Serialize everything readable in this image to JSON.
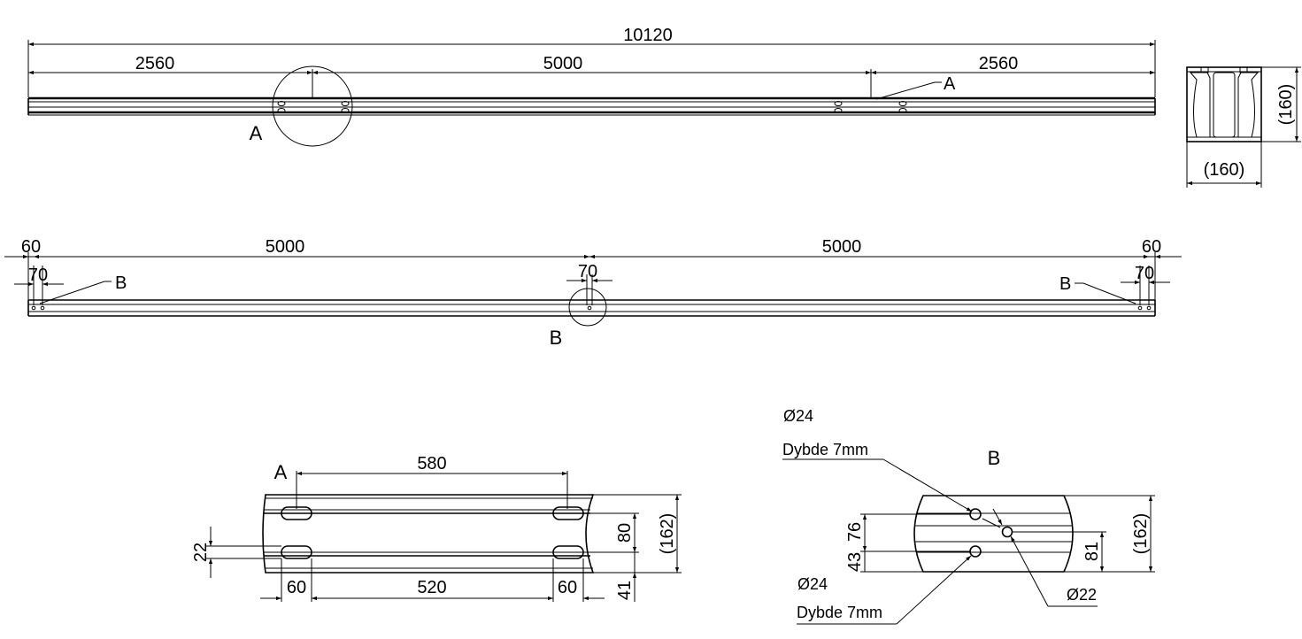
{
  "colors": {
    "line": "#000000",
    "background": "#ffffff"
  },
  "top_view": {
    "overall": "10120",
    "left": "2560",
    "middle": "5000",
    "right": "2560",
    "callout_label": "A",
    "detail_label": "A"
  },
  "section": {
    "height": "(160)",
    "width": "(160)"
  },
  "side_view": {
    "left_end": "60",
    "left_span": "5000",
    "right_span": "5000",
    "right_end": "60",
    "left_hole": "70",
    "center_hole": "70",
    "right_hole": "70",
    "callout_left": "B",
    "callout_right": "B",
    "detail_label": "B"
  },
  "detail_a": {
    "title": "A",
    "top_span": "580",
    "bottom_span": "520",
    "left_offset": "60",
    "right_offset": "60",
    "slot_height": "22",
    "row_spacing": "80",
    "bottom_offset": "41",
    "height": "(162)"
  },
  "detail_b": {
    "title": "B",
    "hole_top_dia": "Ø24",
    "hole_top_depth": "Dybde 7mm",
    "hole_bottom_dia": "Ø24",
    "hole_bottom_depth": "Dybde 7mm",
    "hole_center_dia": "Ø22",
    "upper_spacing": "76",
    "lower_spacing": "43",
    "center_offset": "81",
    "height": "(162)"
  }
}
